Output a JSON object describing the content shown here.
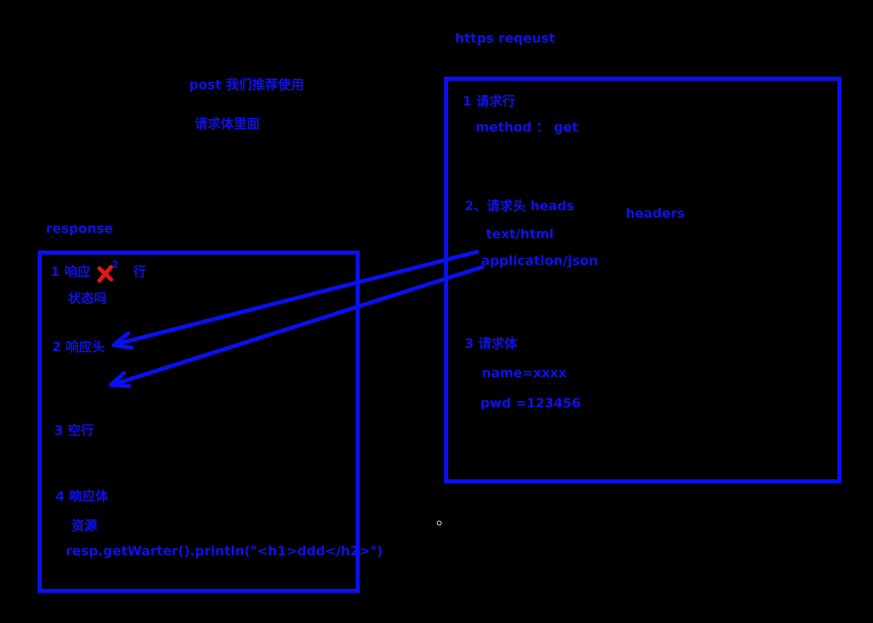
{
  "colors": {
    "background": "#000000",
    "text": "#1010e8",
    "box": "#0a10f0",
    "arrow": "#0a10f0",
    "mark": "#e01818"
  },
  "notes": {
    "post_recommend": "post  我们推荐使用",
    "in_body": "请求体里面"
  },
  "request": {
    "title": "https reqeust",
    "line_title": "1 请求行",
    "method": "method ： get",
    "headers_title": "2、请求头  heads",
    "headers_note": "headers",
    "header_item_1": "text/html",
    "header_item_2": "application/json",
    "body_title": "3 请求体",
    "body_item_1": "name=xxxx",
    "body_item_2": "pwd  =123456"
  },
  "response": {
    "title": "response",
    "line_prefix": "1 响应",
    "line_superscript": "2",
    "line_suffix": "行",
    "status": "状态吗",
    "headers_title": "2 响应头",
    "blank_line": "3 空行",
    "body_title": "4 响应体",
    "resource": "资源",
    "code": "resp.getWarter().println(\"<h1>ddd</h2>\")"
  }
}
